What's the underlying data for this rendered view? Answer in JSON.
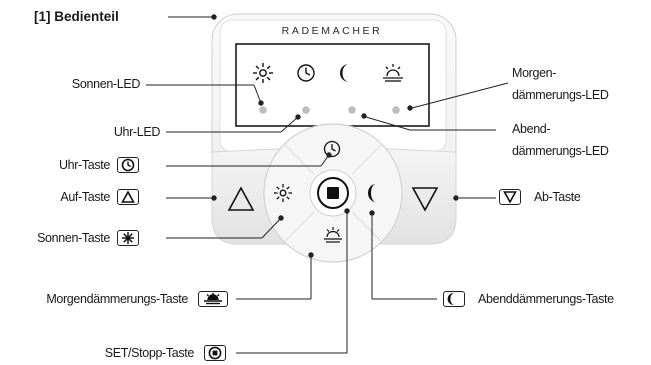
{
  "brand": "RADEMACHER",
  "labels": {
    "bedienteil": "[1]  Bedienteil",
    "sonnen_led": "Sonnen-LED",
    "uhr_led": "Uhr-LED",
    "uhr_taste": "Uhr-Taste",
    "auf_taste": "Auf-Taste",
    "sonnen_taste": "Sonnen-Taste",
    "morgendaemmerungs_taste": "Morgendämmerungs-Taste",
    "set_stopp_taste": "SET/Stopp-Taste",
    "morgen_led_1": "Morgen-",
    "morgen_led_2": "dämmerungs-LED",
    "abend_led_1": "Abend-",
    "abend_led_2": "dämmerungs-LED",
    "ab_taste": "Ab-Taste",
    "abenddaemmerungs_taste": "Abenddämmerungs-Taste"
  },
  "colors": {
    "device_face": "#f3f3f3",
    "device_border": "#c8c8c8",
    "led_gray": "#bdbdbd",
    "line": "#222222"
  }
}
